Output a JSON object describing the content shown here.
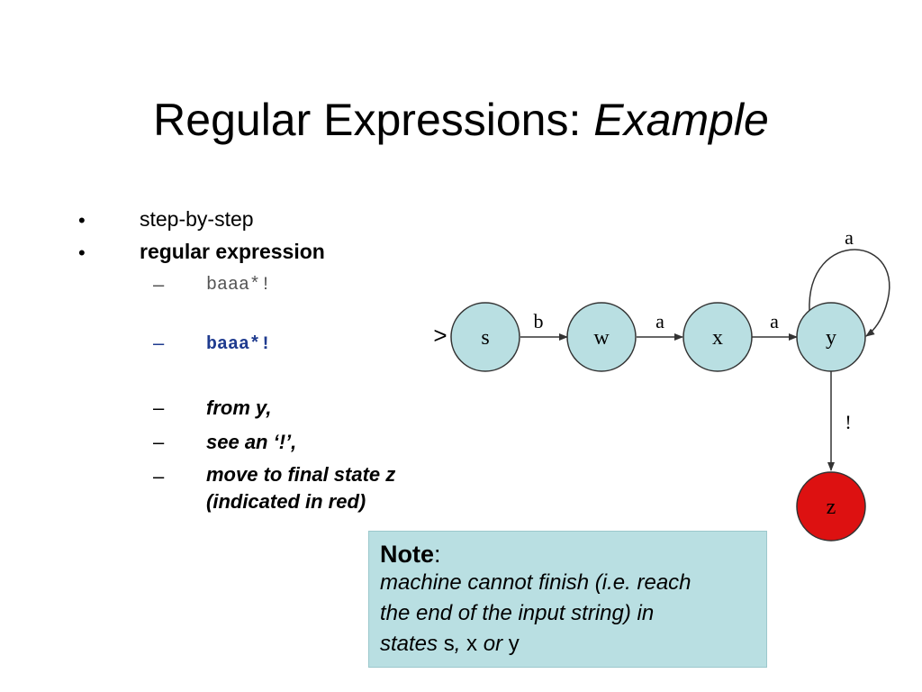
{
  "slide": {
    "title": {
      "main": "Regular Expressions:",
      "italic": "Example"
    },
    "bullets": [
      {
        "marker": "•",
        "text": "step-by-step"
      },
      {
        "marker": "•",
        "text": "regular expression"
      }
    ],
    "sub_items": [
      {
        "marker": "–",
        "text": "baaa*!",
        "style": "mono-grey"
      },
      {
        "marker": "–",
        "text": "baaa*!",
        "style": "mono-blue-bold"
      },
      {
        "marker": "–",
        "text": "from y,",
        "style": "bold-italic"
      },
      {
        "marker": "–",
        "text": "see an ‘!’,",
        "style": "bold-italic"
      },
      {
        "marker": "–",
        "text": "move to final state z",
        "text2": "(indicated in red)",
        "style": "bold-italic"
      }
    ],
    "note": {
      "heading": "Note",
      "colon": ":",
      "line1": "machine cannot finish (i.e. reach",
      "line2": "the end of the input string) in",
      "line3_pre": "states ",
      "s": "s",
      "comma": ", ",
      "x": "x",
      "or": " or ",
      "y": "y"
    }
  },
  "diagram": {
    "start_marker": ">",
    "states": [
      {
        "id": "s",
        "label": "s",
        "final": false
      },
      {
        "id": "w",
        "label": "w",
        "final": false
      },
      {
        "id": "x",
        "label": "x",
        "final": false
      },
      {
        "id": "y",
        "label": "y",
        "final": false
      },
      {
        "id": "z",
        "label": "z",
        "final": true
      }
    ],
    "transitions": [
      {
        "from": "s",
        "to": "w",
        "label": "b"
      },
      {
        "from": "w",
        "to": "x",
        "label": "a"
      },
      {
        "from": "x",
        "to": "y",
        "label": "a"
      },
      {
        "from": "y",
        "to": "y",
        "label": "a"
      },
      {
        "from": "y",
        "to": "z",
        "label": "!"
      }
    ],
    "colors": {
      "state_fill": "#b9dfe2",
      "final_fill": "#dd1111",
      "stroke": "#333333",
      "note_fill": "#b9dfe2"
    }
  }
}
